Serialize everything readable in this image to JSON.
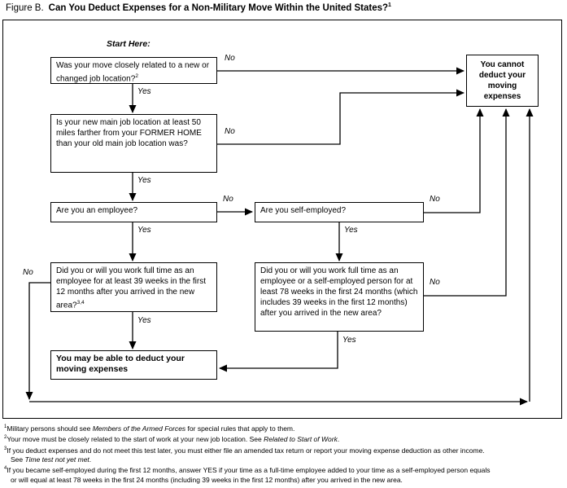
{
  "title": {
    "figure_label": "Figure B.",
    "heading": "Can You Deduct Expenses for a Non-Military Move Within the United States?",
    "heading_sup": "1"
  },
  "flowchart": {
    "start_here": "Start Here:",
    "yes_label": "Yes",
    "no_label": "No",
    "boxes": {
      "q1": {
        "text": "Was your move closely related to a new or changed job location?",
        "sup": "2"
      },
      "q2": {
        "text": "Is your new main job location at least 50 miles farther from your FORMER HOME than your old main job location was?"
      },
      "q3": {
        "text": "Are you an employee?"
      },
      "q4": {
        "text": "Are you self-employed?"
      },
      "q5": {
        "text": "Did you or will you work full time as an employee for at least 39 weeks in the first 12 months after you arrived in the new area?",
        "sup": "3,4"
      },
      "q6": {
        "text": "Did you or will you work full time as an employee or a self-employed person for at least 78 weeks in the first 24 months (which includes 39 weeks in the first 12 months) after you arrived in the new area?"
      },
      "cannot_deduct": {
        "text": "You cannot deduct your moving expenses"
      },
      "may_deduct": {
        "text": "You may be able to deduct your moving expenses"
      }
    }
  },
  "footnotes": [
    {
      "sup": "1",
      "parts": [
        "Military persons should see ",
        "Members of the Armed Forces",
        " for special rules that apply to them."
      ]
    },
    {
      "sup": "2",
      "parts": [
        "Your move must be closely related to the start of work at your new job location. See ",
        "Related to Start of Work",
        "."
      ]
    },
    {
      "sup": "3",
      "parts": [
        "If you deduct expenses and do not meet this test later, you must either file an amended tax return or report your moving expense deduction as other income.",
        "See ",
        "Time test not yet met",
        "."
      ]
    },
    {
      "sup": "4",
      "parts": [
        "If you became self-employed during the first 12 months, answer YES if your time as a full-time employee added to your time as a self-employed person equals",
        "or will equal at least 78 weeks in the first 24 months (including 39 weeks in the first 12 months) after you arrived in the new area."
      ]
    }
  ],
  "colors": {
    "line": "#000000",
    "text": "#000000",
    "background": "#ffffff"
  }
}
